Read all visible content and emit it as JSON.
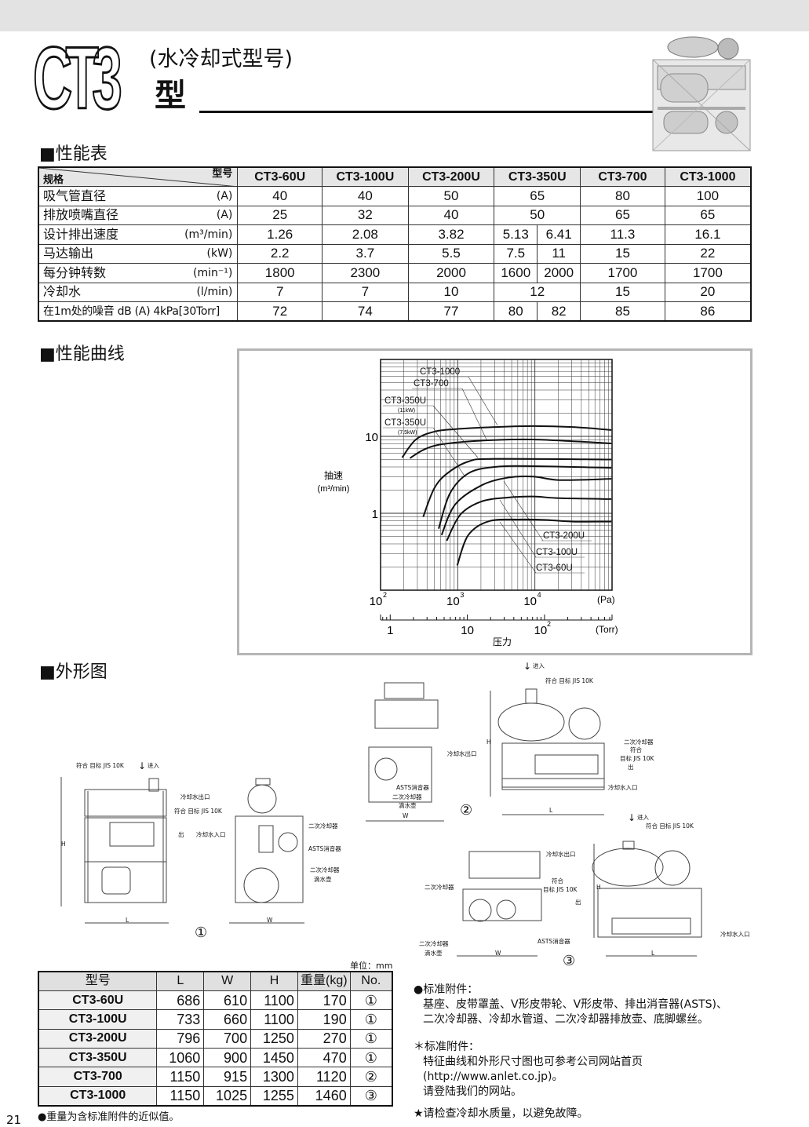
{
  "header": {
    "logo": "CT3",
    "subtitle": "(水冷却式型号)",
    "subtitle2": "型"
  },
  "sections": {
    "spec": "■性能表",
    "curve": "■性能曲线",
    "outline": "■外形图"
  },
  "spec_table": {
    "corner_model": "型号",
    "corner_spec": "规格",
    "models": [
      "CT3-60U",
      "CT3-100U",
      "CT3-200U",
      "CT3-350U",
      "CT3-700",
      "CT3-1000"
    ],
    "rows": [
      {
        "label": "吸气管直径",
        "unit": "(A)",
        "values": [
          "40",
          "40",
          "50",
          [
            "65"
          ],
          "80",
          "100"
        ]
      },
      {
        "label": "排放喷嘴直径",
        "unit": "(A)",
        "values": [
          "25",
          "32",
          "40",
          [
            "50"
          ],
          "65",
          "65"
        ]
      },
      {
        "label": "设计排出速度",
        "unit": "(m³/min)",
        "values": [
          "1.26",
          "2.08",
          "3.82",
          [
            "5.13",
            "6.41"
          ],
          "11.3",
          "16.1"
        ]
      },
      {
        "label": "马达输出",
        "unit": "(kW)",
        "values": [
          "2.2",
          "3.7",
          "5.5",
          [
            "7.5",
            "11"
          ],
          "15",
          "22"
        ]
      },
      {
        "label": "每分钟转数",
        "unit": "(min⁻¹)",
        "values": [
          "1800",
          "2300",
          "2000",
          [
            "1600",
            "2000"
          ],
          "1700",
          "1700"
        ]
      },
      {
        "label": "冷却水",
        "unit": "(l/min)",
        "values": [
          "7",
          "7",
          "10",
          [
            "12"
          ],
          "15",
          "20"
        ]
      },
      {
        "label": "在1m处的噪音 dB (A) 4kPa[30Torr]",
        "unit": "",
        "values": [
          "72",
          "74",
          "77",
          [
            "80",
            "82"
          ],
          "85",
          "86"
        ]
      }
    ]
  },
  "chart_data": {
    "type": "line",
    "ylabel": "抽速",
    "yunit": "(m³/min)",
    "xlabel": "压力",
    "xunit_pa": "(Pa)",
    "xunit_torr": "(Torr)",
    "x_scale": "log",
    "y_scale": "log",
    "xlim": [
      100,
      100000
    ],
    "ylim": [
      0.1,
      100
    ],
    "grid": true,
    "x_ticks": [
      {
        "v": 100,
        "label": "10",
        "exp": "2"
      },
      {
        "v": 1000,
        "label": "10",
        "exp": "3"
      },
      {
        "v": 10000,
        "label": "10",
        "exp": "4"
      }
    ],
    "y_ticks": [
      {
        "v": 10,
        "label": "10"
      },
      {
        "v": 1,
        "label": "1"
      }
    ],
    "torr_ticks": [
      {
        "v": 1,
        "label": "1",
        "exp": ""
      },
      {
        "v": 10,
        "label": "10",
        "exp": ""
      },
      {
        "v": 100,
        "label": "10",
        "exp": "2"
      }
    ],
    "series": [
      {
        "name": "CT3-1000",
        "sub": "",
        "x": [
          190,
          287,
          495,
          925,
          2990,
          9550,
          31000,
          98000
        ],
        "y": [
          5.3,
          9.1,
          11.5,
          12.4,
          13.2,
          13.6,
          13.2,
          12.1
        ]
      },
      {
        "name": "CT3-700",
        "sub": "",
        "x": [
          240,
          362,
          627,
          2020,
          9550,
          98000
        ],
        "y": [
          5.2,
          6.7,
          7.9,
          8.8,
          9.1,
          8.1
        ]
      },
      {
        "name": "CT3-350U",
        "sub": "(11kW)",
        "x": [
          357,
          495,
          731,
          1370,
          2990,
          98000
        ],
        "y": [
          0.9,
          2.1,
          3.3,
          4.7,
          5.1,
          5.0
        ]
      },
      {
        "name": "CT3-350U",
        "sub": "(7.5kW)",
        "x": [
          566,
          790,
          1370,
          2990,
          9550,
          98000
        ],
        "y": [
          0.63,
          1.8,
          3.3,
          4.0,
          4.1,
          3.9
        ]
      },
      {
        "name": "CT3-200U",
        "sub": "",
        "x": [
          617,
          925,
          2020,
          4400,
          9550,
          21000,
          98000
        ],
        "y": [
          0.52,
          1.3,
          2.3,
          2.9,
          3.0,
          2.7,
          2.8
        ]
      },
      {
        "name": "CT3-100U",
        "sub": "",
        "x": [
          721,
          1080,
          2020,
          4400,
          9550,
          21000,
          98000
        ],
        "y": [
          0.44,
          0.96,
          1.42,
          1.6,
          1.65,
          1.57,
          1.53
        ]
      },
      {
        "name": "CT3-60U",
        "sub": "",
        "x": [
          985,
          1370,
          2550,
          6500,
          14000,
          31000,
          98000
        ],
        "y": [
          0.21,
          0.52,
          0.79,
          0.83,
          0.82,
          0.78,
          0.78
        ]
      }
    ]
  },
  "diagrams": {
    "labels": [
      "符合 目标 JIS 10K",
      "进入",
      "冷却水出口",
      "符合 目标 JIS 10K",
      "出",
      "冷却水入口",
      "二次冷却器",
      "ASTS消音器",
      "二次冷却器",
      "滴水壶",
      "H",
      "L",
      "W",
      "进入",
      "符合 目标 JIS 10K",
      "冷却水出口",
      "ASTS消音器",
      "二次冷却器",
      "滴水壶",
      "W",
      "二次冷却器",
      "符合",
      "目标 JIS 10K",
      "出",
      "冷却水入口",
      "L",
      "H",
      "进入",
      "符合 目标 JIS 10K",
      "冷却水出口",
      "符合",
      "目标 JIS 10K",
      "二次冷却器",
      "出",
      "ASTS消音器",
      "二次冷却器",
      "滴水壶",
      "冷却水入口",
      "W",
      "L",
      "H"
    ],
    "numbers": [
      "①",
      "②",
      "③"
    ]
  },
  "dim_table": {
    "unit": "单位：mm",
    "headers": [
      "型号",
      "L",
      "W",
      "H",
      "重量(kg)",
      "No."
    ],
    "rows": [
      [
        "CT3-60U",
        "686",
        "610",
        "1100",
        "170",
        "①"
      ],
      [
        "CT3-100U",
        "733",
        "660",
        "1100",
        "190",
        "①"
      ],
      [
        "CT3-200U",
        "796",
        "700",
        "1250",
        "270",
        "①"
      ],
      [
        "CT3-350U",
        "1060",
        "900",
        "1450",
        "470",
        "①"
      ],
      [
        "CT3-700",
        "1150",
        "915",
        "1300",
        "1120",
        "②"
      ],
      [
        "CT3-1000",
        "1150",
        "1025",
        "1255",
        "1460",
        "③"
      ]
    ],
    "footnote": "●重量为含标准附件的近似值。"
  },
  "notes": {
    "std_title": "●标准附件：",
    "std_line1": "基座、皮带罩盖、V形皮带轮、V形皮带、排出消音器(ASTS)、",
    "std_line2": "二次冷却器、冷却水管道、二次冷却器排放壶、底脚螺丝。",
    "ref_title": "＊标准附件：",
    "ref_line1": "特征曲线和外形尺寸图也可参考公司网站首页",
    "ref_line2": "(http://www.anlet.co.jp)。",
    "ref_line3": "请登陆我们的网站。",
    "warning": "★请检查冷却水质量，以避免故障。"
  },
  "page_number": "21"
}
